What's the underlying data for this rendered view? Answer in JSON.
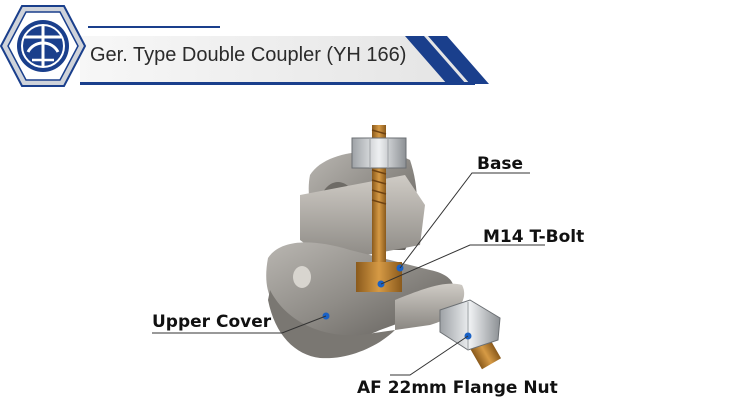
{
  "header": {
    "title": "Ger. Type Double Coupler (YH 166)",
    "logo": "hexagon-company-logo",
    "accent_color": "#1a3f8c"
  },
  "callouts": {
    "base": "Base",
    "t_bolt": "M14 T-Bolt",
    "upper_cover": "Upper Cover",
    "flange_nut": "AF 22mm Flange Nut"
  }
}
